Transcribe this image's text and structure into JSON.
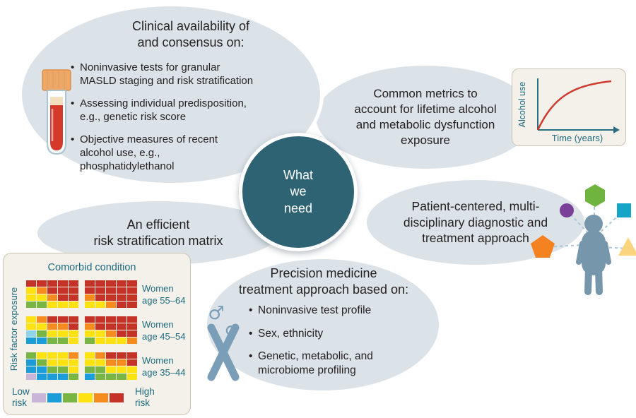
{
  "ui": {
    "bullet_char": "•"
  },
  "colors": {
    "ellipse_fill": "#dbe3e9",
    "center_circle": "#2e6374",
    "teal_text": "#1c6a7d",
    "figure_gray_blue": "#7596ab",
    "panel_bg": "#f4f1ea",
    "panel_border": "#ccc3b1"
  },
  "center_circle": {
    "text": "What\nwe\nneed"
  },
  "bubbles": {
    "clinical": {
      "heading": "Clinical availability of\nand consensus on:",
      "bullets": [
        "Noninvasive tests for granular\nMASLD staging and risk stratification",
        "Assessing individual predisposition,\ne.g., genetic risk score",
        "Objective measures of recent\nalcohol use, e.g.,\nphosphatidylethanol"
      ]
    },
    "metrics": {
      "text": "Common metrics to\naccount for lifetime alcohol\nand metabolic dysfunction\nexposure"
    },
    "patient": {
      "text": "Patient-centered, multi-\ndisciplinary diagnostic and\ntreatment approach"
    },
    "matrix": {
      "text": "An efficient\nrisk stratification matrix"
    },
    "precision": {
      "heading": "Precision medicine\ntreatment approach based on:",
      "bullets": [
        "Noninvasive test profile",
        "Sex, ethnicity",
        "Genetic, metabolic, and\nmicrobiome profiling"
      ]
    }
  },
  "icons": {
    "male_symbol": "♂",
    "female_symbol": "♀",
    "test_tube": "blood-sample-tube",
    "chromosome": "chromosome",
    "person": "patient-figure"
  },
  "patient_icons": {
    "hexagon": "#6fb43f",
    "circle": "#7a3f98",
    "square": "#16a5c9",
    "pentagon": "#f58220",
    "triangle": "#fbd47e",
    "person": "#7596ab",
    "dash": "#a9c7d7"
  },
  "chart_data": [
    {
      "type": "line",
      "title": "",
      "xlabel": "Time (years)",
      "ylabel": "Alcohol use",
      "x": [
        0,
        1,
        2,
        3,
        4,
        5,
        6,
        7,
        8,
        9,
        10
      ],
      "y": [
        0,
        0.26,
        0.46,
        0.61,
        0.72,
        0.8,
        0.86,
        0.9,
        0.93,
        0.95,
        0.97
      ],
      "curve_color": "#cf3a2e",
      "axis_color": "#2c6f80",
      "note": "schematic saturating curve of cumulative alcohol use over time; no tick labels"
    },
    {
      "type": "heatmap",
      "title": "Comorbid condition",
      "ylabel": "Risk factor exposure",
      "row_labels": [
        "Women\nage 55–64",
        "Women\nage 45–54",
        "Women\nage 35–44"
      ],
      "legend_low": "Low\nrisk",
      "legend_high": "High\nrisk",
      "palette": {
        "P": "#c9b5d8",
        "B": "#1b9dd9",
        "LB": "#8fd4e8",
        "G": "#78b543",
        "Y": "#ffe212",
        "O": "#f68b1f",
        "R": "#c53228"
      },
      "legend_order": [
        "P",
        "B",
        "G",
        "Y",
        "O",
        "R"
      ],
      "grids": [
        [
          [
            "R",
            "R",
            "R",
            "R",
            "R"
          ],
          [
            "Y",
            "O",
            "R",
            "R",
            "R"
          ],
          [
            "Y",
            "Y",
            "O",
            "R",
            "R"
          ],
          [
            "G",
            "G",
            "Y",
            "Y",
            "Y"
          ]
        ],
        [
          [
            "R",
            "R",
            "R",
            "R",
            "R"
          ],
          [
            "R",
            "R",
            "R",
            "R",
            "R"
          ],
          [
            "O",
            "R",
            "R",
            "R",
            "R"
          ],
          [
            "Y",
            "Y",
            "O",
            "R",
            "R"
          ]
        ],
        [
          [
            "Y",
            "O",
            "R",
            "R",
            "R"
          ],
          [
            "Y",
            "Y",
            "O",
            "O",
            "R"
          ],
          [
            "LB",
            "G",
            "Y",
            "Y",
            "Y"
          ],
          [
            "B",
            "B",
            "G",
            "G",
            "Y"
          ]
        ],
        [
          [
            "R",
            "R",
            "R",
            "R",
            "R"
          ],
          [
            "O",
            "R",
            "R",
            "R",
            "R"
          ],
          [
            "Y",
            "Y",
            "O",
            "R",
            "R"
          ],
          [
            "G",
            "Y",
            "Y",
            "Y",
            "O"
          ]
        ],
        [
          [
            "G",
            "Y",
            "Y",
            "Y",
            "O"
          ],
          [
            "B",
            "G",
            "Y",
            "Y",
            "Y"
          ],
          [
            "B",
            "B",
            "G",
            "G",
            "Y"
          ],
          [
            "P",
            "B",
            "B",
            "B",
            "G"
          ]
        ],
        [
          [
            "Y",
            "O",
            "R",
            "R",
            "R"
          ],
          [
            "Y",
            "Y",
            "O",
            "O",
            "R"
          ],
          [
            "G",
            "G",
            "Y",
            "Y",
            "Y"
          ],
          [
            "B",
            "G",
            "G",
            "G",
            "Y"
          ]
        ]
      ]
    }
  ]
}
